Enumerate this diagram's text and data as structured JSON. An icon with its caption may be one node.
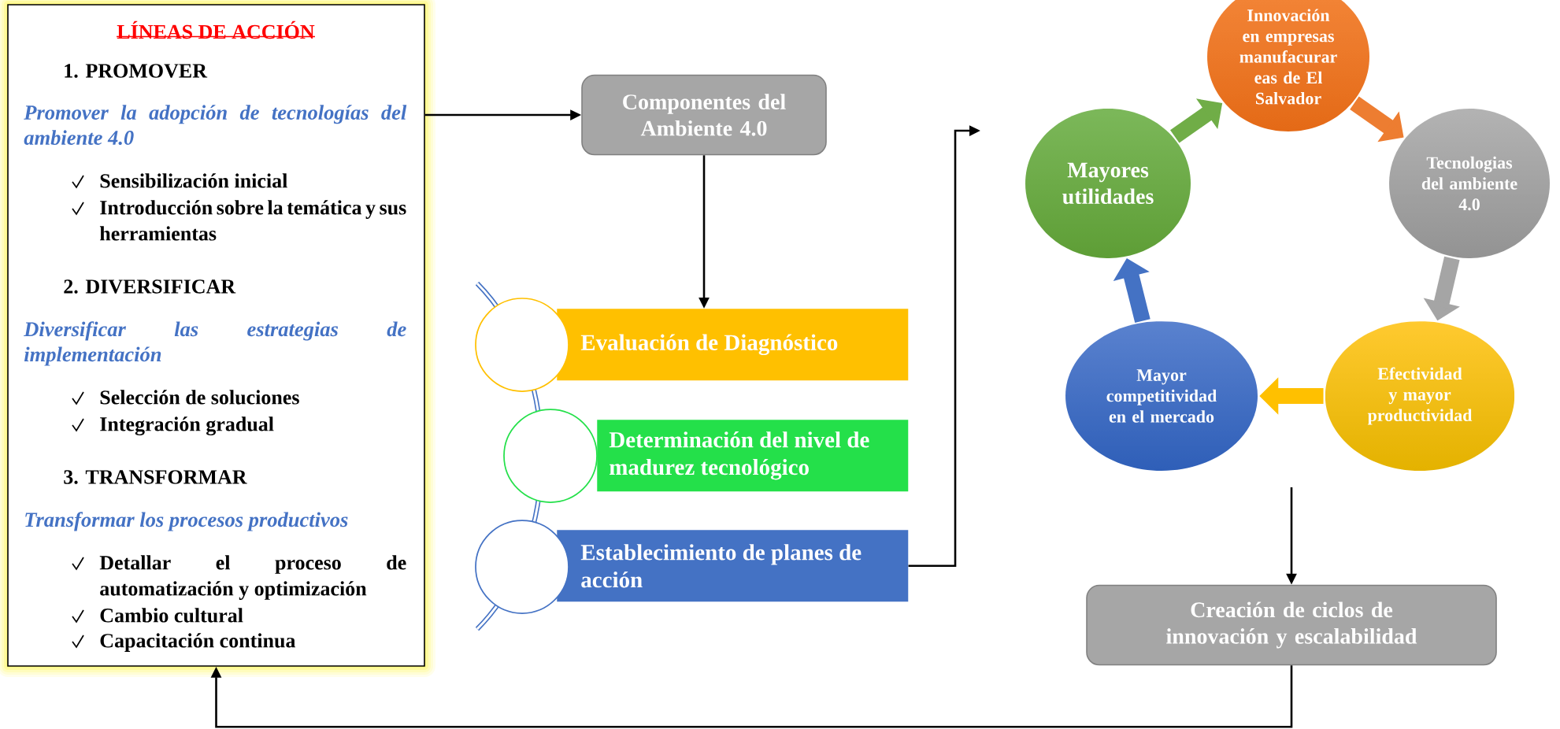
{
  "diagram": {
    "nodes": [
      {
        "text": [
          "LÍNEAS DE ACCIÓN",
          "1. PROMOVER",
          "Promover la adopción de tecnologías del ambiente 4.0",
          "Sensibilización inicial",
          "Introducción sobre la temática y sus herramientas",
          "2. DIVERSIFICAR",
          "Diversificar las estrategias de implementación",
          "Selección de soluciones",
          "Integración gradual",
          "3. TRANSFORMAR",
          "Transformar los procesos productivos",
          "Detallar el proceso de automatización y optimización",
          "Cambio cultural",
          "Capacitación continua"
        ]
      },
      {
        "text": [
          "Componentes del Ambiente 4.0"
        ]
      },
      {
        "text": [
          "Evaluación de Diagnóstico"
        ]
      },
      {
        "text": [
          "Determinación del nivel de madurez tecnológico"
        ]
      },
      {
        "text": [
          "Establecimiento de planes de acción"
        ]
      },
      {
        "text": [
          "Innovación en empresas manufacurar eas de El Salvador"
        ]
      },
      {
        "text": [
          "Mayores utilidades"
        ]
      },
      {
        "text": [
          "Tecnologias del ambiente 4.0"
        ]
      },
      {
        "text": [
          "Mayor competitividad en el mercado"
        ]
      },
      {
        "text": [
          "Efectividad y mayor productividad"
        ]
      },
      {
        "text": [
          "Creación de ciclos de innovación y escalabilidad"
        ]
      }
    ],
    "edges": [
      {
        "from": 0,
        "to": 1,
        "arrow": "to"
      },
      {
        "from": 1,
        "to": 2,
        "arrow": "to"
      },
      {
        "from": 4,
        "to": null,
        "arrow": "to"
      },
      {
        "from": 6,
        "to": 5,
        "arrow": "to",
        "style": "thick",
        "color": "#70ad47"
      },
      {
        "from": 5,
        "to": 7,
        "arrow": "to",
        "style": "thick",
        "color": "#ed7d31"
      },
      {
        "from": 7,
        "to": 9,
        "arrow": "to",
        "style": "thick",
        "color": "#a5a5a5"
      },
      {
        "from": 9,
        "to": 8,
        "arrow": "to",
        "style": "thick",
        "color": "#ffc000"
      },
      {
        "from": 8,
        "to": 6,
        "arrow": "to",
        "style": "thick",
        "color": "#4472c4"
      },
      {
        "from": null,
        "to": 10,
        "arrow": "to"
      },
      {
        "from": 10,
        "to": 0,
        "arrow": "to"
      }
    ]
  }
}
